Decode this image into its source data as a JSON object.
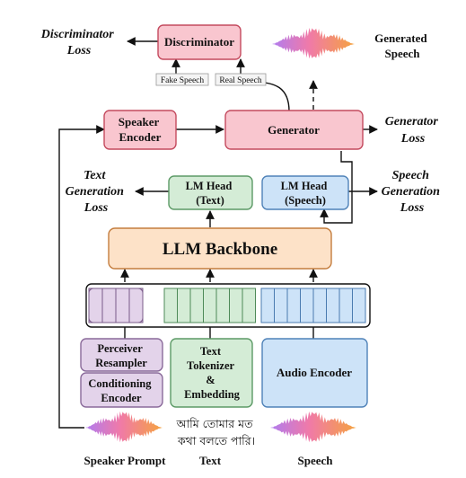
{
  "labels": {
    "discriminator_loss": [
      "Discriminator",
      "Loss"
    ],
    "discriminator": "Discriminator",
    "fake_speech": "Fake Speech",
    "real_speech": "Real Speech",
    "generated_speech": [
      "Generated",
      "Speech"
    ],
    "speaker_encoder": [
      "Speaker",
      "Encoder"
    ],
    "generator": "Generator",
    "generator_loss": [
      "Generator",
      "Loss"
    ],
    "text_generation_loss": [
      "Text",
      "Generation",
      "Loss"
    ],
    "lm_head_text": [
      "LM Head",
      "(Text)"
    ],
    "lm_head_speech": [
      "LM Head",
      "(Speech)"
    ],
    "speech_generation_loss": [
      "Speech",
      "Generation",
      "Loss"
    ],
    "llm_backbone": "LLM Backbone",
    "perceiver_resampler": [
      "Perceiver",
      "Resampler"
    ],
    "conditioning_encoder": [
      "Conditioning",
      "Encoder"
    ],
    "text_tokenizer": [
      "Text",
      "Tokenizer",
      "&",
      "Embedding"
    ],
    "audio_encoder": "Audio Encoder",
    "bengali_text": [
      "আমি তোমার মত",
      "কথা বলতে পারি।"
    ],
    "speaker_prompt": "Speaker Prompt",
    "text": "Text",
    "speech": "Speech"
  },
  "colors": {
    "pink_fill": "#f9c6cf",
    "pink_stroke": "#c44a5e",
    "green_fill": "#d4ecd6",
    "green_stroke": "#5c9a66",
    "blue_fill": "#cde3f8",
    "blue_stroke": "#4f82b8",
    "orange_fill": "#fde2c8",
    "orange_stroke": "#c47d3e",
    "purple_fill": "#e3d3ea",
    "purple_stroke": "#8a6a9a"
  }
}
